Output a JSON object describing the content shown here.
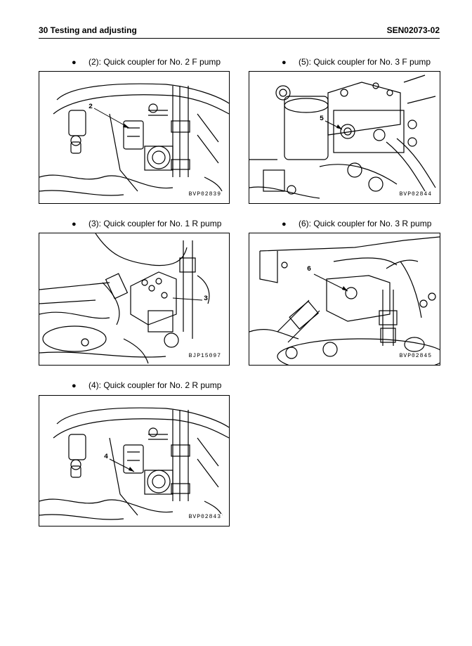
{
  "header": {
    "section": "30 Testing and adjusting",
    "doc_code": "SEN02073-02"
  },
  "bullet": "●",
  "figures": [
    {
      "caption": "(2): Quick coupler for No. 2 F pump",
      "code": "BVP02839",
      "callout": "2"
    },
    {
      "caption": "(5): Quick coupler for No. 3 F pump",
      "code": "BVP02844",
      "callout": "5"
    },
    {
      "caption": "(3): Quick coupler for No. 1 R pump",
      "code": "BJP15097",
      "callout": "3"
    },
    {
      "caption": "(6): Quick coupler for No. 3 R pump",
      "code": "BVP02845",
      "callout": "6"
    },
    {
      "caption": "(4): Quick coupler for No. 2 R pump",
      "code": "BVP02843",
      "callout": "4"
    }
  ]
}
